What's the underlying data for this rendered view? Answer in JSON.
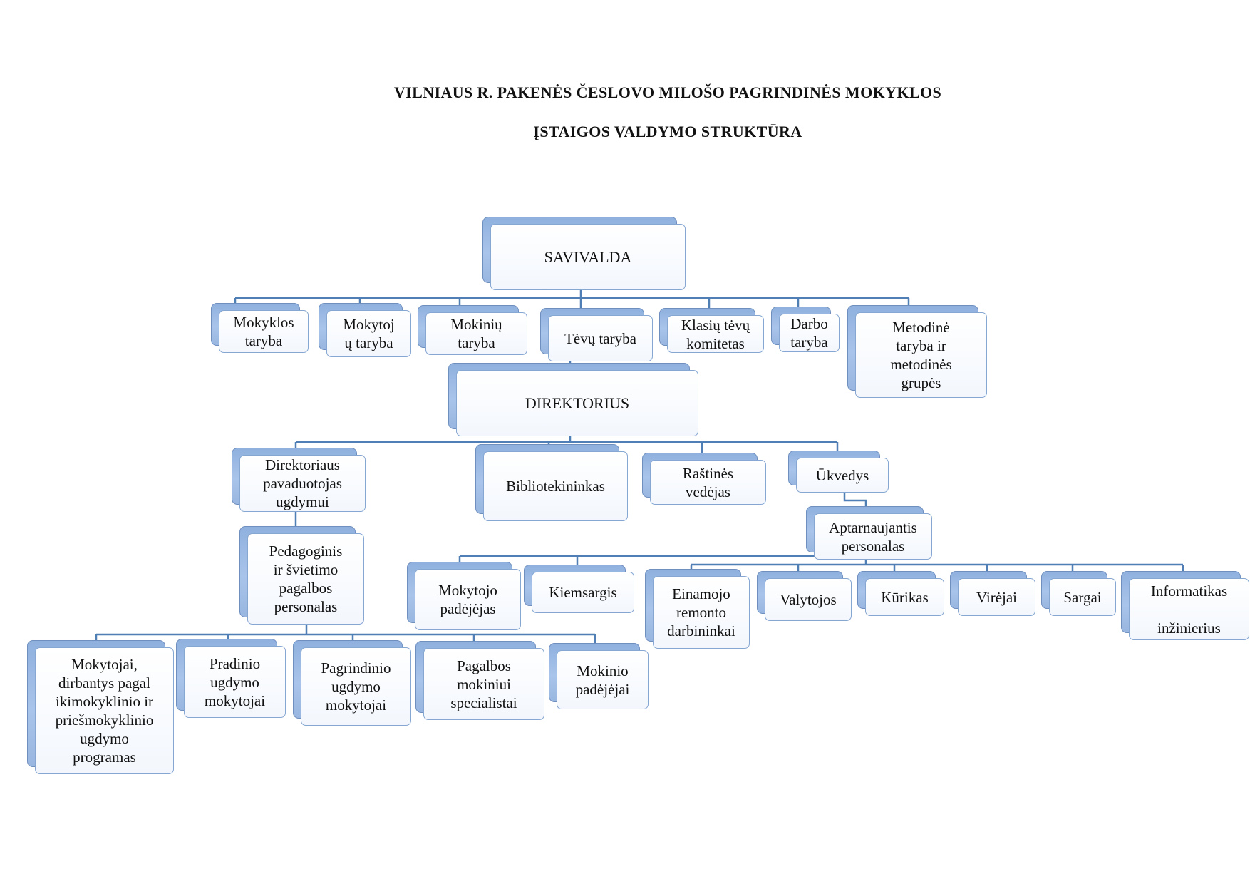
{
  "title": {
    "line1": "VILNIAUS  R. PAKENĖS  ČESLOVO MILOŠO  PAGRINDINĖS  MOKYKLOS",
    "line2": "ĮSTAIGOS  VALDYMO  STRUKTŪRA"
  },
  "colors": {
    "connector": "#4f7fb5",
    "box_back": "#98b6e0",
    "box_front_border": "#86a7d2"
  },
  "nodes": {
    "savivalda": "SAVIVALDA",
    "mokyklos_taryba": "Mokyklos\ntaryba",
    "mokytoju_taryba": "Mokytoj\nų taryba",
    "mokiniu_taryba": "Mokinių\ntaryba",
    "tevu_taryba": "Tėvų taryba",
    "klasiu_tevu_komitetas": "Klasių tėvų\nkomitetas",
    "darbo_taryba": "Darbo\ntaryba",
    "metodine_taryba": "Metodinė\ntaryba ir\nmetodinės\ngrupės",
    "direktorius": "DIREKTORIUS",
    "pavaduotojas": "Direktoriaus\npavaduotojas\nugdymui",
    "bibliotekininkas": "Bibliotekininkas",
    "rastines_vedejas": "Raštinės\nvedėjas",
    "ukvedys": "Ūkvedys",
    "aptarnaujantis": "Aptarnaujantis\npersonalas",
    "pedagoginis": "Pedagoginis\nir švietimo\npagalbos\npersonalas",
    "mokytojo_padejejas": "Mokytojo\npadėjėjas",
    "kiemsargis": "Kiemsargis",
    "einamojo_remonto": "Einamojo\nremonto\ndarbininkai",
    "valytojos": "Valytojos",
    "kurikas": "Kūrikas",
    "virejai": "Virėjai",
    "sargai": "Sargai",
    "informatikas": "Informatikas\n\ninžinierius",
    "mokytojai_ikimokyklinio": "Mokytojai,\ndirbantys pagal\nikimokyklinio  ir\npriešmokyklinio\nugdymo\nprogramas",
    "pradinio": "Pradinio\nugdymo\nmokytojai",
    "pagrindinio": "Pagrindinio\nugdymo\nmokytojai",
    "pagalbos_specialistai": "Pagalbos\nmokiniui\nspecialistai",
    "mokinio_padejejai": "Mokinio\npadėjėjai"
  }
}
